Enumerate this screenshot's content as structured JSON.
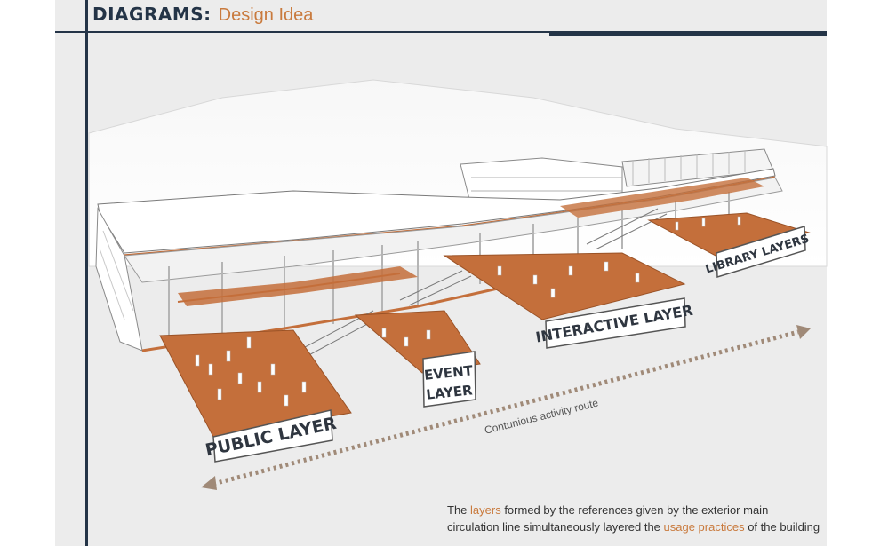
{
  "header": {
    "title": "DIAGRAMS:",
    "subtitle": "Design Idea"
  },
  "layers": {
    "public": "PUBLIC LAYER",
    "event_line1": "EVENT",
    "event_line2": "LAYER",
    "interactive": "INTERACTIVE LAYER",
    "library": "LIBRARY LAYERS"
  },
  "route_label": "Contunious activity route",
  "caption": {
    "part1": "The ",
    "highlight1": "layers",
    "part2": " formed by the references given by the exterior main circulation line simultaneously layered the ",
    "highlight2": "usage practices",
    "part3": " of the building"
  },
  "colors": {
    "accent": "#c97a3d",
    "floor": "#c46f3b",
    "navy": "#243447",
    "sheet": "#ececec"
  }
}
